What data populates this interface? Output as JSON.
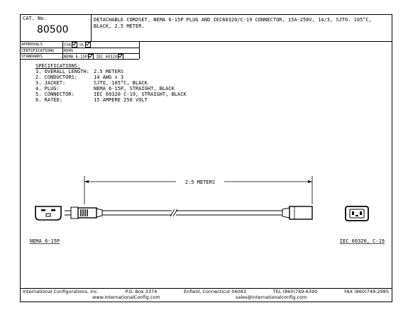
{
  "header": {
    "cat_label": "CAT. No.",
    "cat_number": "80500",
    "description": "DETACHABLE CORDSET, NEMA 6-15P PLUG AND IEC60320/C-19 CONNECTOR, 15A-250V, 14/3, SJTO. 105°C, BLACK, 2.5 METER."
  },
  "approvals": {
    "label": "APPROVALS",
    "items": [
      "CSA",
      "UL"
    ]
  },
  "certifications": {
    "label": "CERTIFICATIONS",
    "value": "ROHS"
  },
  "standards": {
    "label": "STANDARDS",
    "items": [
      "NEMA 6-15P",
      "IEC 60320"
    ]
  },
  "specifications": {
    "title": "SPECIFICATIONS:",
    "rows": [
      {
        "label": "1. OVERALL LENGTH:",
        "value": "2.5 METERS"
      },
      {
        "label": "2. CONDUCTORS:",
        "value": "14 AWG x 3"
      },
      {
        "label": "3. JACKET:",
        "value": "SJTO, 105°C, BLACK"
      },
      {
        "label": "4. PLUG:",
        "value": "NEMA 6-15P, STRAIGHT, BLACK"
      },
      {
        "label": "5. CONNECTOR:",
        "value": "IEC 60320 C-19, STRAIGHT, BLACK"
      },
      {
        "label": "6. RATED:",
        "value": "15 AMPERE 250 VOLT"
      }
    ]
  },
  "drawing": {
    "length_label": "2.5 METERS",
    "left_label": "NEMA 6-15P",
    "right_label": "IEC 60320, C-19"
  },
  "footer": {
    "company": "International Configurations, Inc.",
    "po_box": "P.O. Box 3374",
    "address": "Enfield, Connecticut 06083",
    "tel": "TEL (860)749-6390",
    "fax": "FAX (860)749-2985",
    "website": "www.InternationalConfig.com",
    "email": "sales@internationalconfig.com"
  }
}
